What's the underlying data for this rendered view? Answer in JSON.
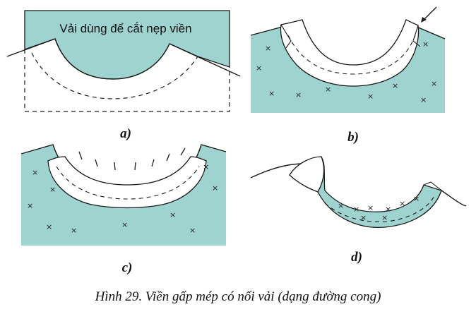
{
  "panel_a": {
    "label": "a)",
    "fabric_label": "Vải dùng để cắt nẹp viền"
  },
  "panel_b": {
    "label": "b)"
  },
  "panel_c": {
    "label": "c)"
  },
  "panel_d": {
    "label": "d)"
  },
  "caption": "Hình 29. Viền gấp mép có nối vải (dạng đường cong)",
  "colors": {
    "fabric": "#9fd3cf",
    "line": "#1a1a1a",
    "paper": "#ffffff"
  }
}
